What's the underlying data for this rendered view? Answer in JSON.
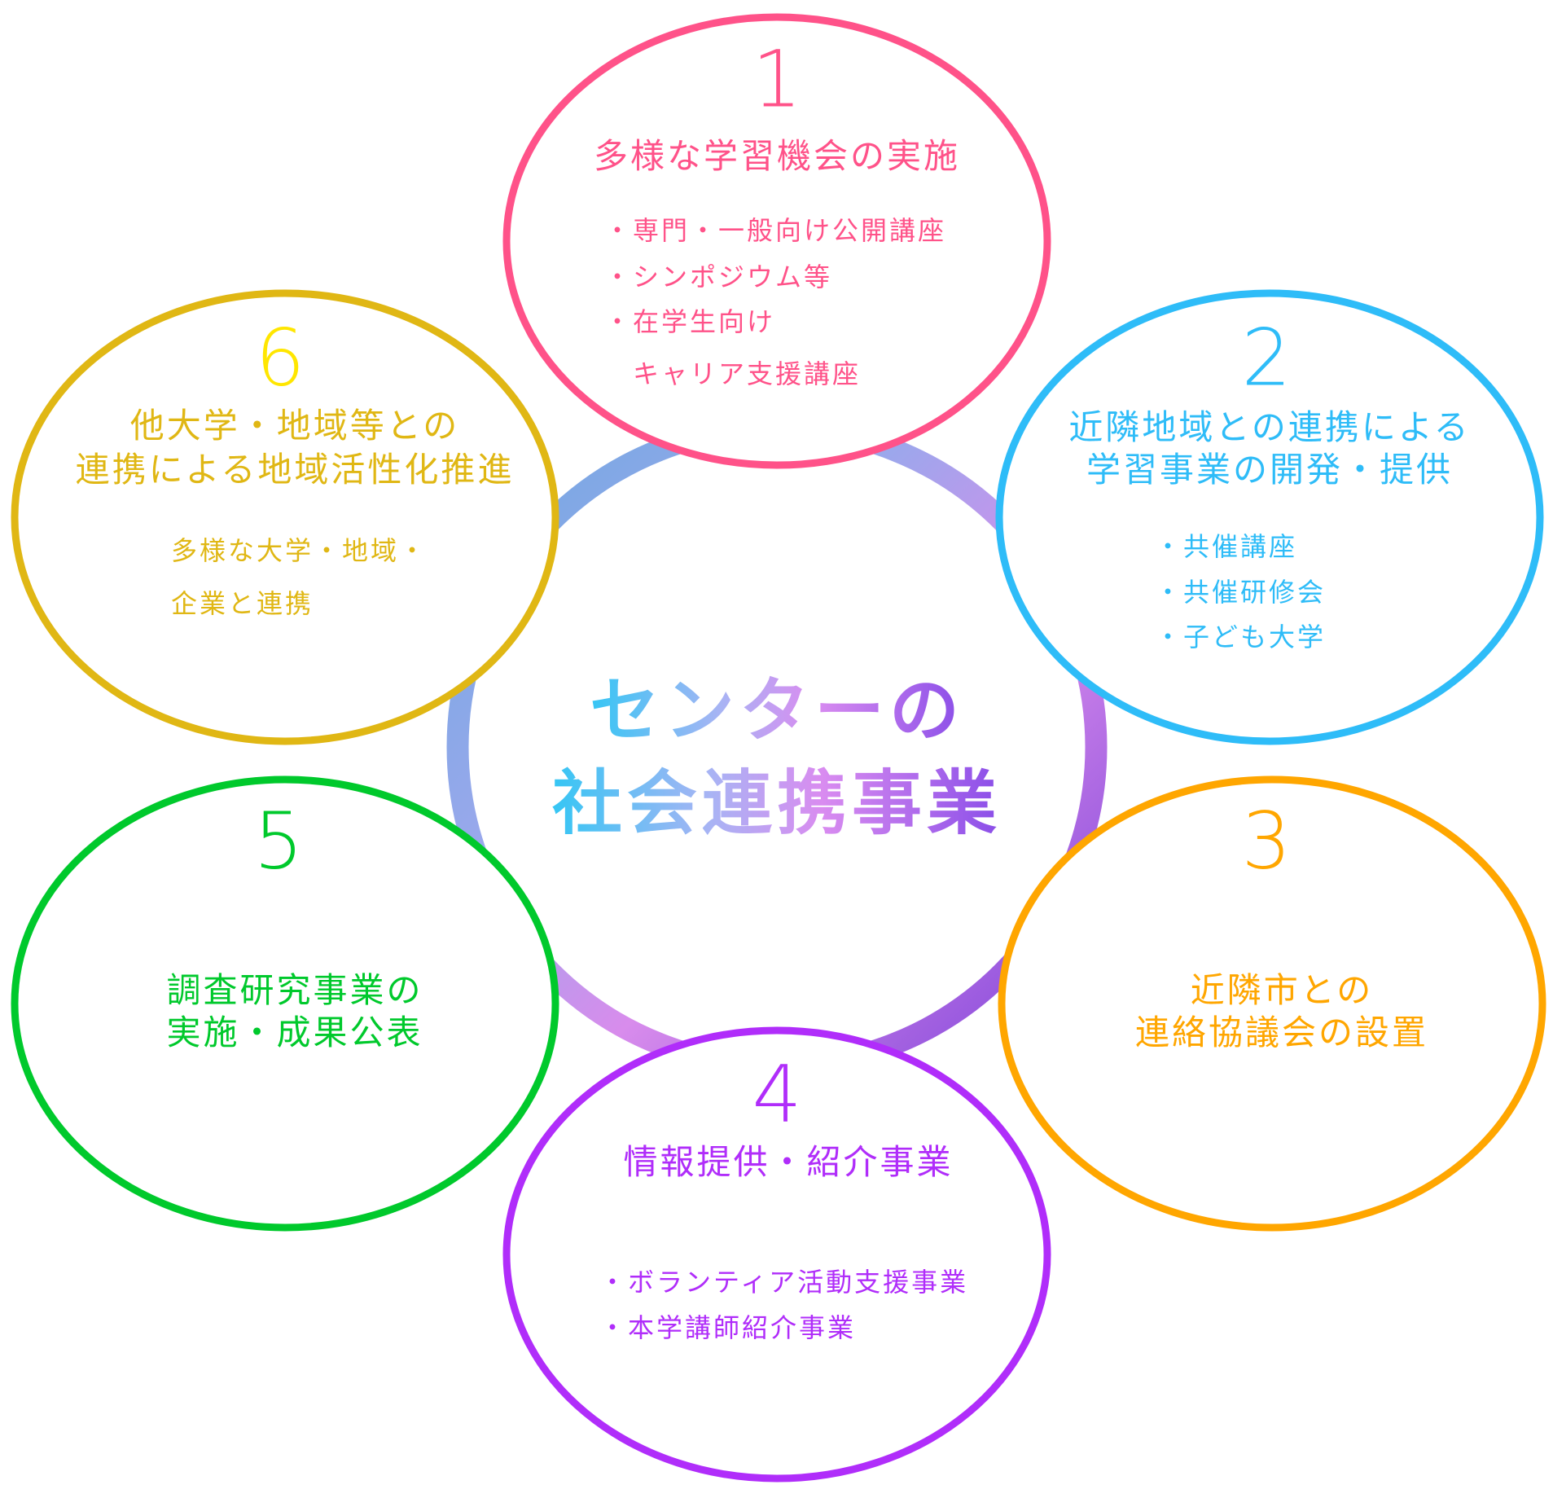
{
  "center": {
    "line1": "センターの",
    "line2": "社会連携事業"
  },
  "nodes": [
    {
      "number": "1",
      "title_lines": [
        "多様な学習機会の実施"
      ],
      "items": [
        "・専門・一般向け公開講座",
        "・シンポジウム等",
        "・在学生向け",
        "　キャリア支援講座"
      ],
      "color": "#ff5289"
    },
    {
      "number": "2",
      "title_lines": [
        "近隣地域との連携による",
        "学習事業の開発・提供"
      ],
      "items": [
        "・共催講座",
        "・共催研修会",
        "・子ども大学"
      ],
      "color": "#2ebcf8"
    },
    {
      "number": "3",
      "title_lines": [
        "近隣市との",
        "連絡協議会の設置"
      ],
      "items": [],
      "color": "#ffa600"
    },
    {
      "number": "4",
      "title_lines": [
        "情報提供・紹介事業"
      ],
      "items": [
        "・ボランティア活動支援事業",
        "・本学講師紹介事業"
      ],
      "color": "#b02dfa"
    },
    {
      "number": "5",
      "title_lines": [
        "調査研究事業の",
        "実施・成果公表"
      ],
      "items": [],
      "color": "#00c92c"
    },
    {
      "number": "6",
      "title_lines": [
        "他大学・地域等との",
        "連携による地域活性化推進"
      ],
      "items": [
        "多様な大学・地域・",
        "企業と連携"
      ],
      "color": "#e0b714",
      "number_color": "#ffe600"
    }
  ]
}
